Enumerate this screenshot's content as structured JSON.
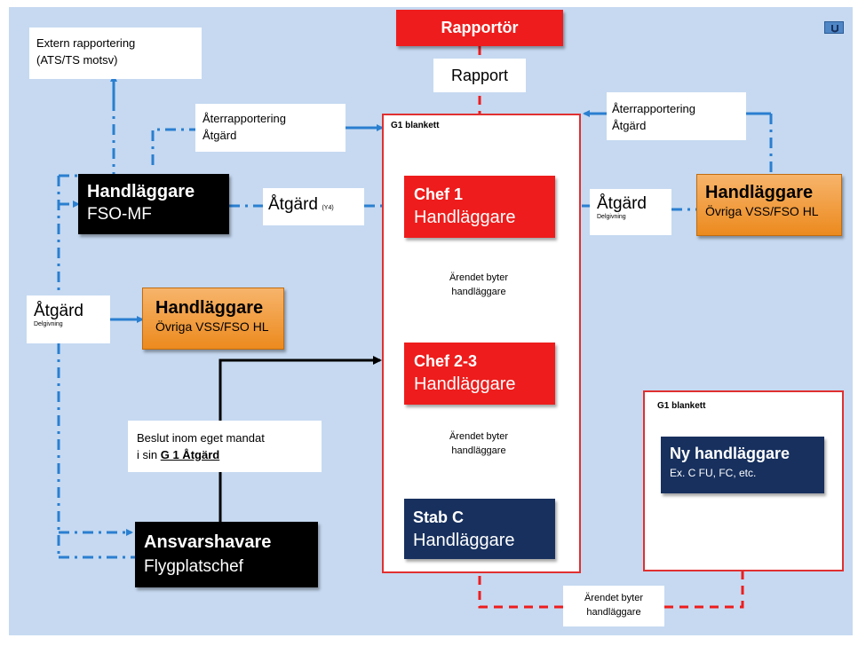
{
  "rapportor": "Rapportör",
  "rapport": "Rapport",
  "extern": {
    "line1": "Extern  rapportering",
    "line2": "(ATS/TS  motsv)"
  },
  "ater_left": {
    "line1": "Återrapportering",
    "line2": "Åtgärd"
  },
  "ater_right": {
    "line1": "Återrapportering",
    "line2": "Åtgärd"
  },
  "fso_mf": {
    "title": "Handläggare",
    "sub": "FSO-MF"
  },
  "atgard_y4": {
    "main": "Åtgärd",
    "small": "(Y4)"
  },
  "atgard_right": {
    "main": "Åtgärd",
    "small": "Delgivning"
  },
  "atgard_left": {
    "main": "Åtgärd",
    "small": "Delgivning"
  },
  "handl_right": {
    "title": "Handläggare",
    "sub": "Övriga  VSS/FSO  HL"
  },
  "handl_left": {
    "title": "Handläggare",
    "sub": "Övriga  VSS/FSO  HL"
  },
  "g1_main": "G1 blankett",
  "g1_small": "G1 blankett",
  "chef1": {
    "title": "Chef 1",
    "sub": "Handläggare"
  },
  "chef23": {
    "title": "Chef 2-3",
    "sub": "Handläggare"
  },
  "stab": {
    "title": "Stab C",
    "sub": "Handläggare"
  },
  "byter1": {
    "line1": "Ärendet byter",
    "line2": "handläggare"
  },
  "byter2": {
    "line1": "Ärendet byter",
    "line2": "handläggare"
  },
  "byter3": {
    "line1": "Ärendet byter",
    "line2": "handläggare"
  },
  "beslut": {
    "line1": "Beslut inom eget  mandat",
    "line2_pre": "i sin ",
    "line2_u": "G 1 Åtgärd"
  },
  "ansvar": {
    "title": "Ansvarshavare",
    "sub": "Flygplatschef"
  },
  "ny": {
    "title": "Ny handläggare",
    "sub": "Ex. C FU, FC, etc."
  },
  "colors": {
    "background": "#c6d9f1",
    "red": "#ee1c1c",
    "navy": "#17305e",
    "orange": "#ec8a1e",
    "blue_line": "#2a7fd0"
  }
}
